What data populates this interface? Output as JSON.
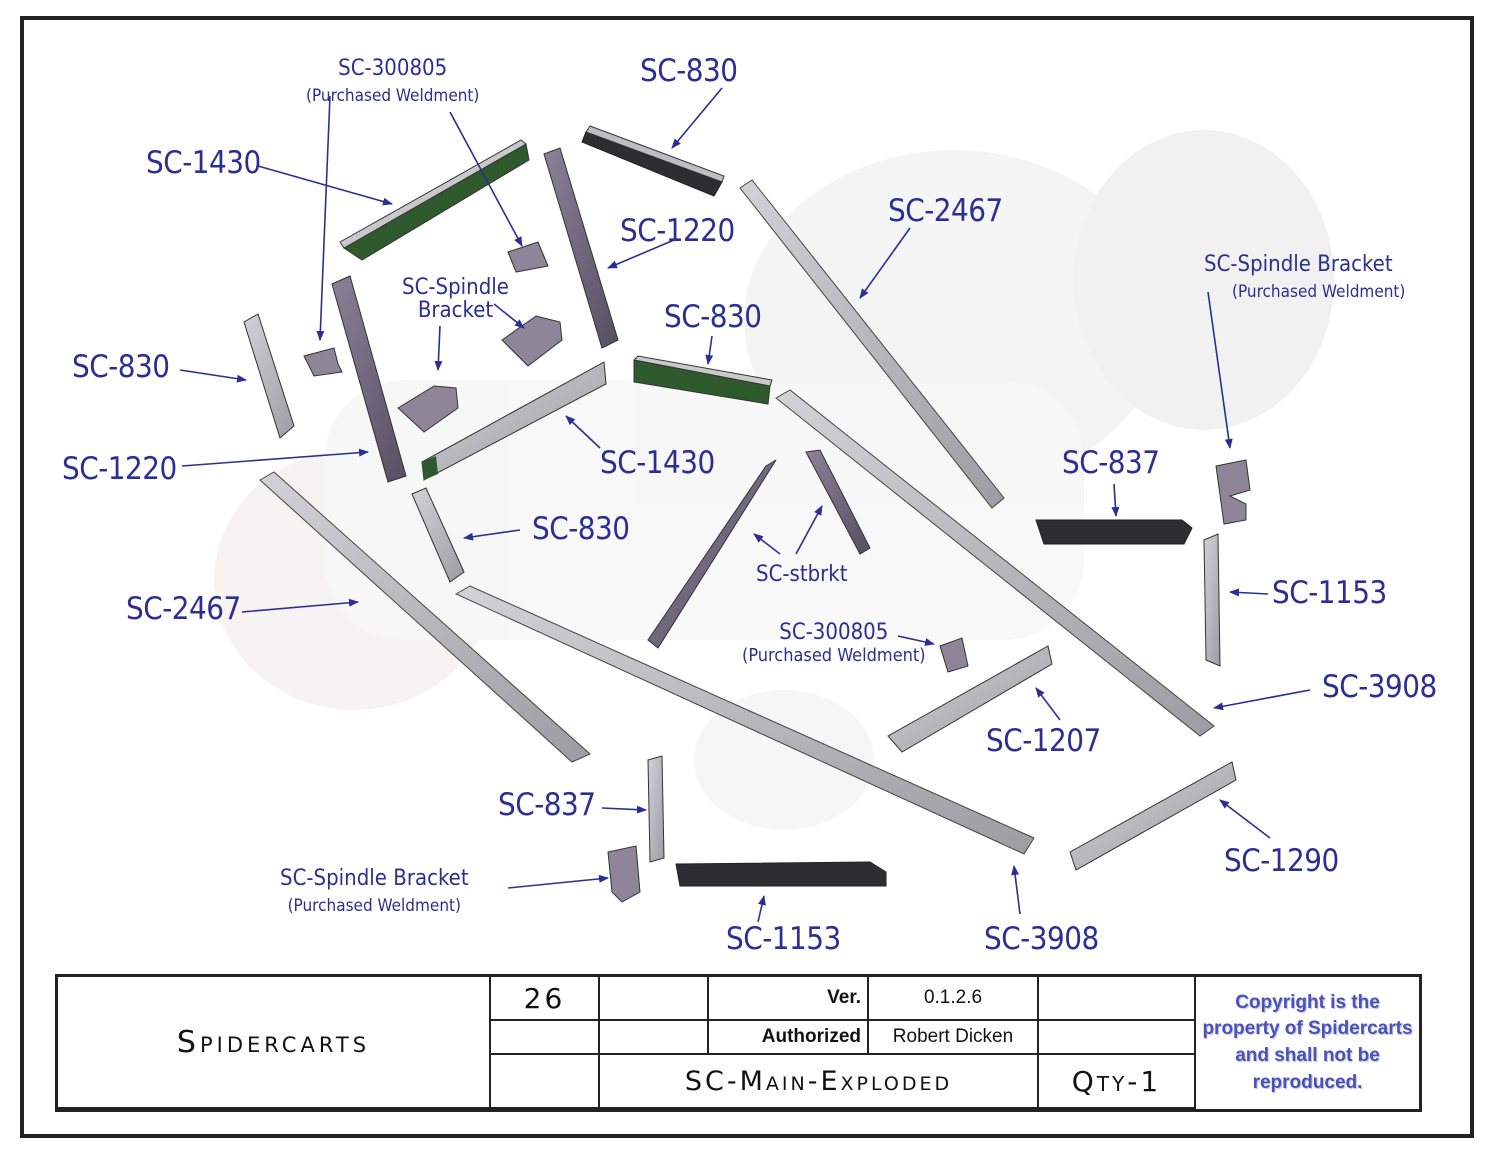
{
  "callouts": {
    "c1": "SC-300805",
    "c1b": "(Purchased Weldment)",
    "c2": "SC-830",
    "c3": "SC-1430",
    "c4": "SC-1220",
    "c5": "SC-2467",
    "c6a": "SC-Spindle",
    "c6b": "Bracket",
    "c7": "SC-830",
    "c8": "SC-Spindle Bracket",
    "c8b": "(Purchased Weldment)",
    "c9": "SC-830",
    "c10": "SC-1220",
    "c11": "SC-1430",
    "c12": "SC-837",
    "c13": "SC-830",
    "c14": "SC-stbrkt",
    "c15": "SC-1153",
    "c16": "SC-2467",
    "c17": "SC-300805",
    "c17b": "(Purchased Weldment)",
    "c18": "SC-3908",
    "c19": "SC-1207",
    "c20": "SC-837",
    "c21": "SC-1290",
    "c22": "SC-Spindle Bracket",
    "c22b": "(Purchased Weldment)",
    "c23": "SC-1153",
    "c24": "SC-3908"
  },
  "title_block": {
    "company": "Spidercarts",
    "sheet_number": "26",
    "ver_label": "Ver.",
    "ver_value": "0.1.2.6",
    "authorized_label": "Authorized",
    "authorized_value": "Robert Dicken",
    "drawing_name": "SC-Main-Exploded",
    "qty": "Qty-1",
    "copyright": "Copyright is the property of Spidercarts and shall not be reproduced."
  },
  "colors": {
    "callout": "#2b2f93",
    "bar_gray": "#b4b4b8",
    "bar_dark": "#2e2e30",
    "bar_purple": "#6c6478",
    "bar_green": "#2f5a2e",
    "ghost": "#efefef"
  }
}
